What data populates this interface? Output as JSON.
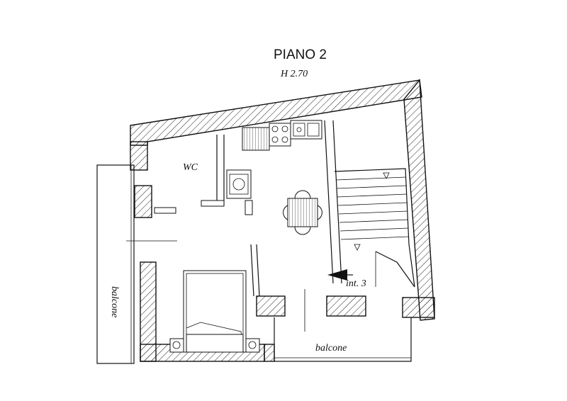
{
  "plan": {
    "floor_title": "PIANO 2",
    "height_label": "H  2.70",
    "rooms": {
      "wc_label": "WC",
      "balcony_left_label": "balcone",
      "balcony_bottom_label": "balcone",
      "unit_label": "int.  3"
    }
  }
}
